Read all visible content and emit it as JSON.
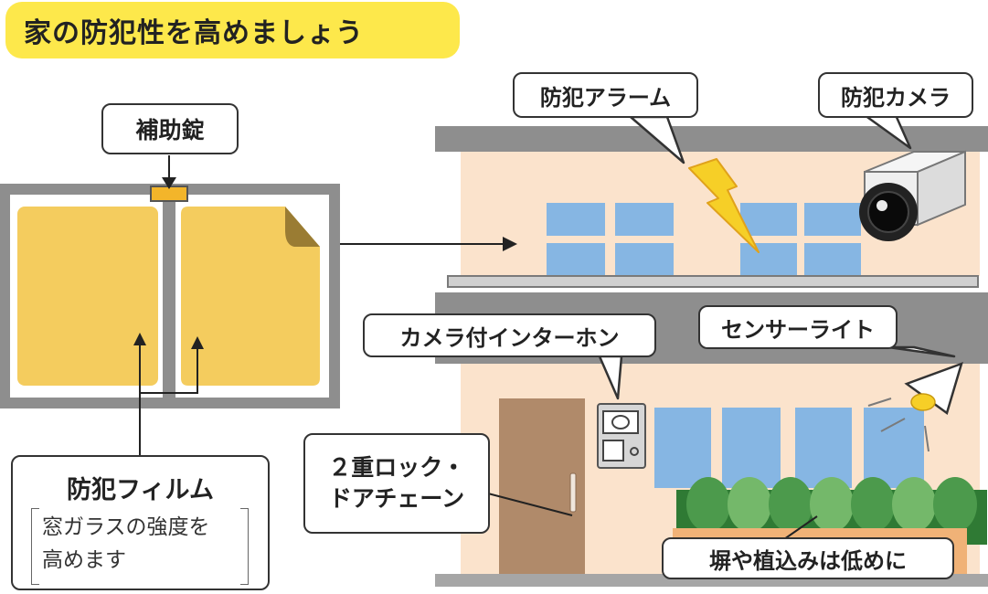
{
  "title": "家の防犯性を高めましょう",
  "labels": {
    "auxiliary_lock": "補助錠",
    "alarm": "防犯アラーム",
    "camera": "防犯カメラ",
    "intercom": "カメラ付インターホン",
    "sensor_light": "センサーライト",
    "double_lock_line1": "２重ロック・",
    "double_lock_line2": "ドアチェーン",
    "fence": "塀や植込みは低めに"
  },
  "film": {
    "title": "防犯フィルム",
    "desc_line1": "窓ガラスの強度を",
    "desc_line2": "高めます"
  },
  "colors": {
    "title_bg": "#fde84b",
    "house_wall": "#fbe3cc",
    "roof": "#8e8e8e",
    "window": "#86b6e3",
    "glass_film": "#f4cc5e",
    "lock": "#f3b52a",
    "door": "#b08a6a",
    "hedge": "#5aa55a",
    "planter": "#f0b277",
    "alarm_bolt": "#f6cf27"
  }
}
